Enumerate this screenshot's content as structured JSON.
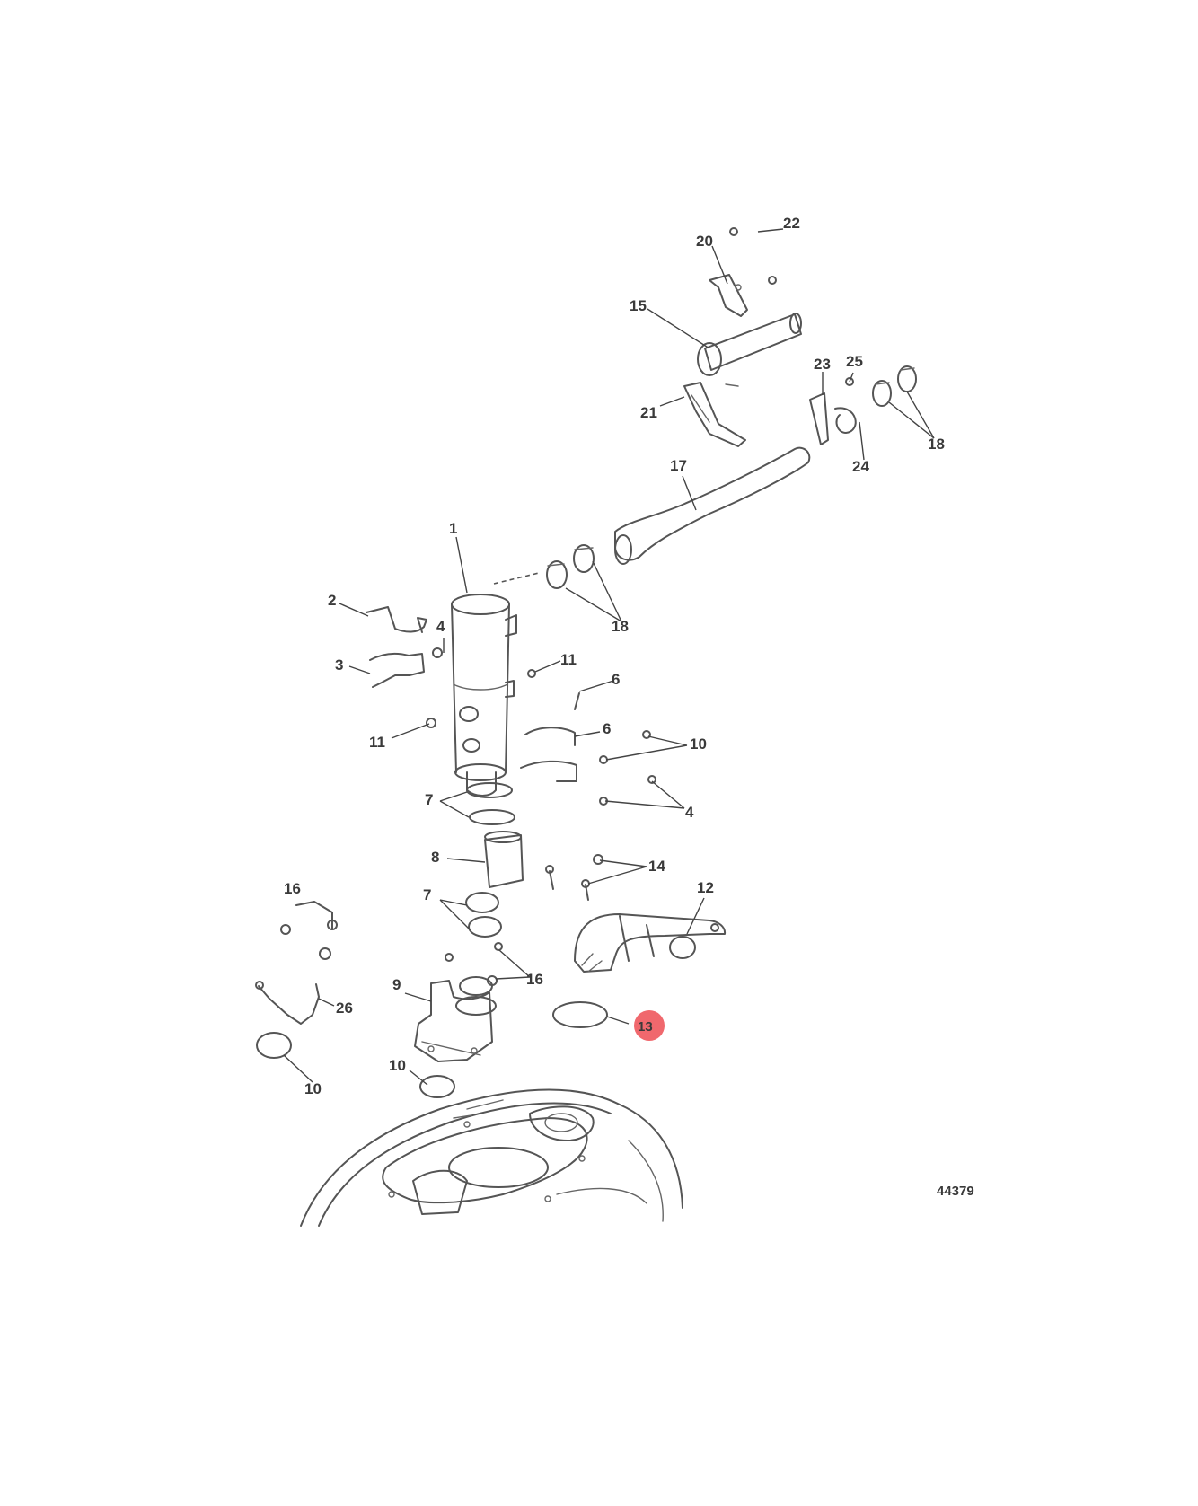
{
  "diagram": {
    "figure_id": "44379",
    "highlight_color": "#ef5b61",
    "callouts": {
      "c1": "1",
      "c2": "2",
      "c3": "3",
      "c4a": "4",
      "c4b": "4",
      "c6a": "6",
      "c6b": "6",
      "c7a": "7",
      "c7b": "7",
      "c8": "8",
      "c9": "9",
      "c10a": "10",
      "c10b": "10",
      "c10c": "10",
      "c11a": "11",
      "c11b": "11",
      "c12": "12",
      "c13": "13",
      "c14": "14",
      "c15": "15",
      "c16a": "16",
      "c16b": "16",
      "c17": "17",
      "c18a": "18",
      "c18b": "18",
      "c20": "20",
      "c21": "21",
      "c22": "22",
      "c23": "23",
      "c24": "24",
      "c25": "25",
      "c26": "26"
    }
  }
}
